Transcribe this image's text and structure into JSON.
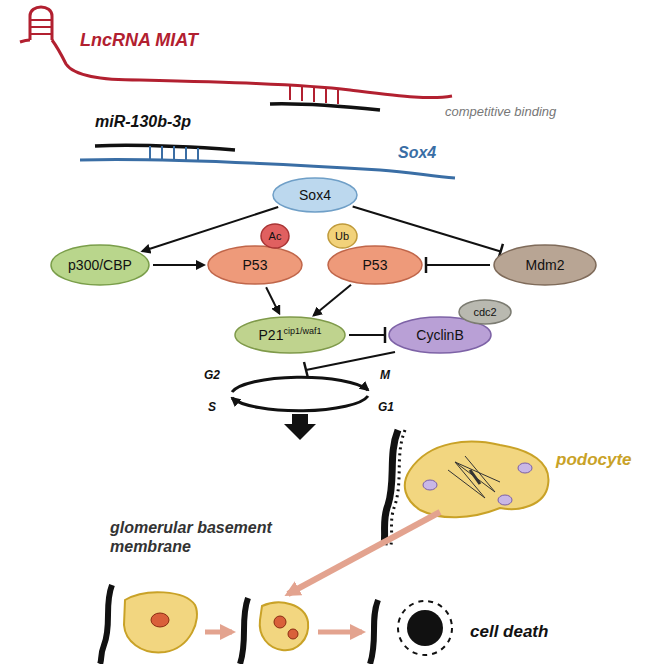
{
  "diagram": {
    "nodes": [
      {
        "text": [
          "Sox4"
        ]
      },
      {
        "text": [
          "p300/CBP"
        ]
      },
      {
        "text": [
          "P53"
        ]
      },
      {
        "text": [
          "Ac"
        ]
      },
      {
        "text": [
          "P53"
        ]
      },
      {
        "text": [
          "Ub"
        ]
      },
      {
        "text": [
          "Mdm2"
        ]
      },
      {
        "text": [
          "P21",
          "cip1/waf1"
        ]
      },
      {
        "text": [
          "CyclinB"
        ]
      },
      {
        "text": [
          "cdc2"
        ]
      }
    ],
    "edges": [
      {
        "from": 0,
        "to": 1,
        "arrow": "to"
      },
      {
        "from": 0,
        "to": 6,
        "arrow": "to"
      },
      {
        "from": 1,
        "to": 2,
        "arrow": "to"
      },
      {
        "from": 6,
        "to": 4,
        "arrow": "to"
      },
      {
        "from": 2,
        "to": 7,
        "arrow": "to"
      },
      {
        "from": 4,
        "to": 7,
        "arrow": "to"
      },
      {
        "from": 7,
        "to": 8,
        "arrow": "to"
      }
    ],
    "labels": [
      "LncRNA MIAT",
      "competitive binding",
      "miR-130b-3p",
      "Sox4",
      "G2",
      "M",
      "S",
      "G1",
      "podocyte",
      "glomerular basement membrane",
      "cell death"
    ]
  }
}
